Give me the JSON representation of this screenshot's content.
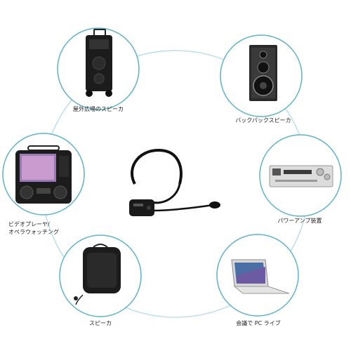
{
  "nodes": [
    {
      "id": "outdoor-speaker",
      "label": "屋外広場のスピーカ"
    },
    {
      "id": "backpack-speaker",
      "label": "バックパックスピーカ"
    },
    {
      "id": "power-amp",
      "label": "パワーアンプ装置"
    },
    {
      "id": "pc-live",
      "label": "会議で PC ライブ"
    },
    {
      "id": "speaker",
      "label": "スピーカ"
    },
    {
      "id": "video-player",
      "label_lines": [
        "ビデオプレーヤ/",
        "オペラウォッチング"
      ]
    }
  ],
  "center": {
    "id": "wireless-headset-mic"
  },
  "colors": {
    "ring": "#b9dde8",
    "circle_border": "#5fb2c9",
    "device_dark": "#1c1c1c"
  }
}
